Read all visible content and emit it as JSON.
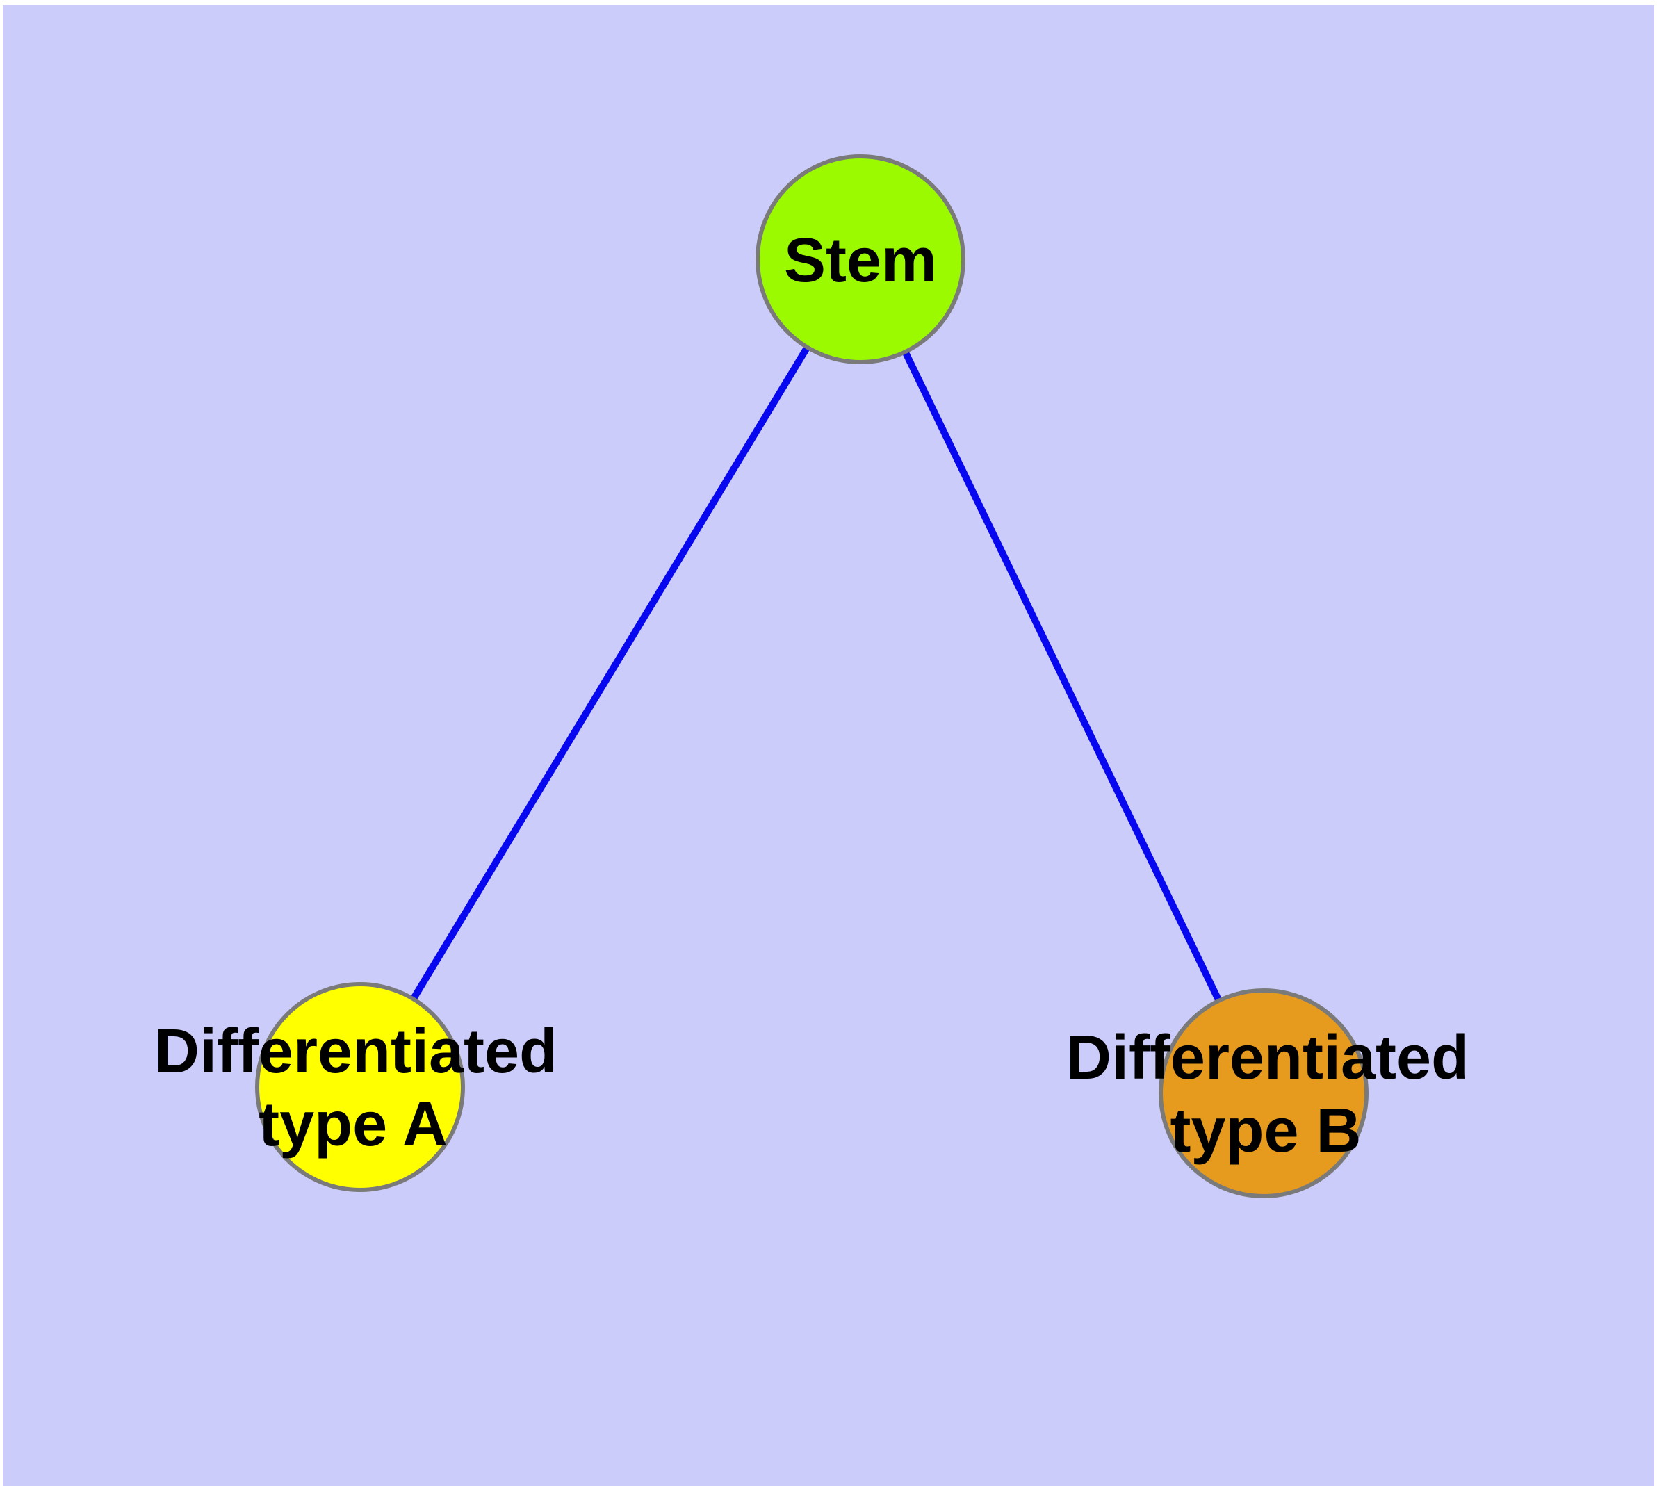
{
  "diagram": {
    "type": "graph",
    "title": "",
    "background_color": "#CCCCFB",
    "margin_color": "#FFFFFF",
    "edge_color": "#0808F0",
    "node_border_color": "#7A7A7A",
    "text_color": "#000000",
    "nodes": [
      {
        "id": "stem",
        "label": "Stem",
        "lines": [
          "Stem"
        ],
        "fill": "#9CFA00",
        "shape": "circle"
      },
      {
        "id": "differentiated-type-a",
        "label": "Differentiated type A",
        "lines": [
          "Differentiated",
          "type A"
        ],
        "fill": "#FFFF00",
        "shape": "circle"
      },
      {
        "id": "differentiated-type-b",
        "label": "Differentiated type B",
        "lines": [
          "Differentiated",
          "type B"
        ],
        "fill": "#E69B1E",
        "shape": "circle"
      }
    ],
    "edges": [
      {
        "from": "Stem",
        "to": "Differentiated type A"
      },
      {
        "from": "Stem",
        "to": "Differentiated type B"
      }
    ]
  }
}
